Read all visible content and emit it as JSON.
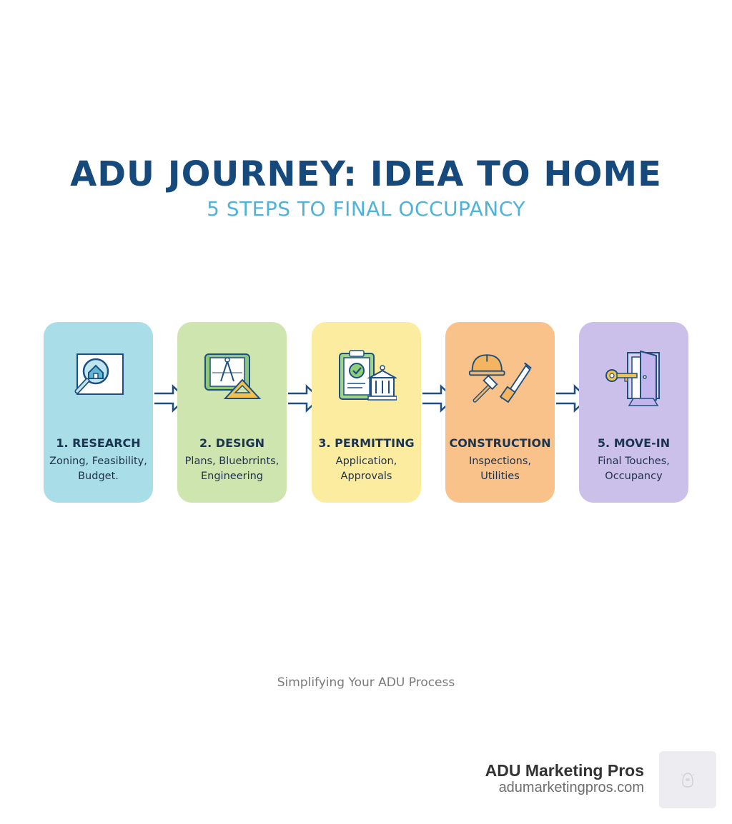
{
  "header": {
    "title": "ADU JOURNEY: IDEA TO HOME",
    "subtitle": "5 STEPS TO FINAL OCCUPANCY"
  },
  "colors": {
    "title": "#174a7c",
    "subtitle": "#4fb3d9",
    "arrow": "#1d4f80",
    "step_backgrounds": [
      "#a9dde8",
      "#cfe5b0",
      "#fcec9f",
      "#f8c28a",
      "#cbc0ea"
    ]
  },
  "steps": [
    {
      "label": "1. RESEARCH",
      "description": "Zoning, Feasibility, Budget.",
      "icon": "magnifier-house-icon"
    },
    {
      "label": "2. DESIGN",
      "description": "Plans, Bluebrrints, Engineering",
      "icon": "blueprint-compass-icon"
    },
    {
      "label": "3. PERMITTING",
      "description": "Application, Approvals",
      "icon": "clipboard-government-icon"
    },
    {
      "label": "CONSTRUCTION",
      "description": "Inspections, Utilities",
      "icon": "hardhat-tools-icon"
    },
    {
      "label": "5. MOVE-IN",
      "description": "Final Touches, Occupancy",
      "icon": "key-door-icon"
    }
  ],
  "footer": {
    "tagline": "Simplifying Your ADU Process",
    "brand_name": "ADU Marketing Pros",
    "brand_url": "adumarketingpros.com"
  }
}
